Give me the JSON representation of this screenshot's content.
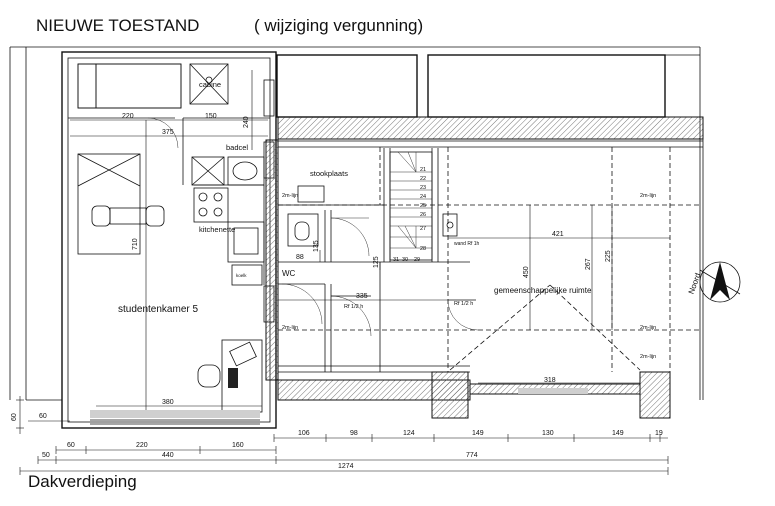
{
  "header": {
    "title": "NIEUWE TOESTAND",
    "subtitle": "( wijziging vergunning)"
  },
  "footer": {
    "floor_label": "Dakverdieping"
  },
  "rooms": {
    "cabine": "cabine",
    "badcel": "badcel",
    "kitchenette": "kitchenette",
    "studentenkamer": "studentenkamer 5",
    "stookplaats": "stookplaats",
    "wc": "WC",
    "gemeenschappelijke": "gemeenschappelijke ruimte",
    "koelkast": "koelk",
    "wand": "wand Rf 1h"
  },
  "annotations": {
    "lijn_1": "2m-lijn",
    "lijn_2": "2m-lijn",
    "lijn_3": "2m-lijn",
    "lijn_4": "2m-lijn",
    "lijn_5": "2m-lijn",
    "rf_door_1": "Rf 1/2 h",
    "rf_door_2": "Rf 1/2 h",
    "north": "Noord"
  },
  "stairs": [
    "21",
    "22",
    "23",
    "24",
    "25",
    "26",
    "27",
    "28",
    "29",
    "30",
    "31"
  ],
  "dimensions": {
    "d220_top": "220",
    "d150": "150",
    "d240": "240",
    "d375": "375",
    "d710": "710",
    "d135": "135",
    "d88": "88",
    "d125": "125",
    "d335": "335",
    "d380": "380",
    "d421": "421",
    "d450": "450",
    "d267": "267",
    "d225": "225",
    "d318": "318",
    "d60_left": "60",
    "d60_bottom": "60",
    "d106": "106",
    "d98": "98",
    "d124": "124",
    "d149_a": "149",
    "d130": "130",
    "d149_b": "149",
    "d19": "19",
    "d60_row2": "60",
    "d220_row2": "220",
    "d160": "160",
    "d50": "50",
    "d440": "440",
    "d774": "774",
    "d1274": "1274"
  }
}
